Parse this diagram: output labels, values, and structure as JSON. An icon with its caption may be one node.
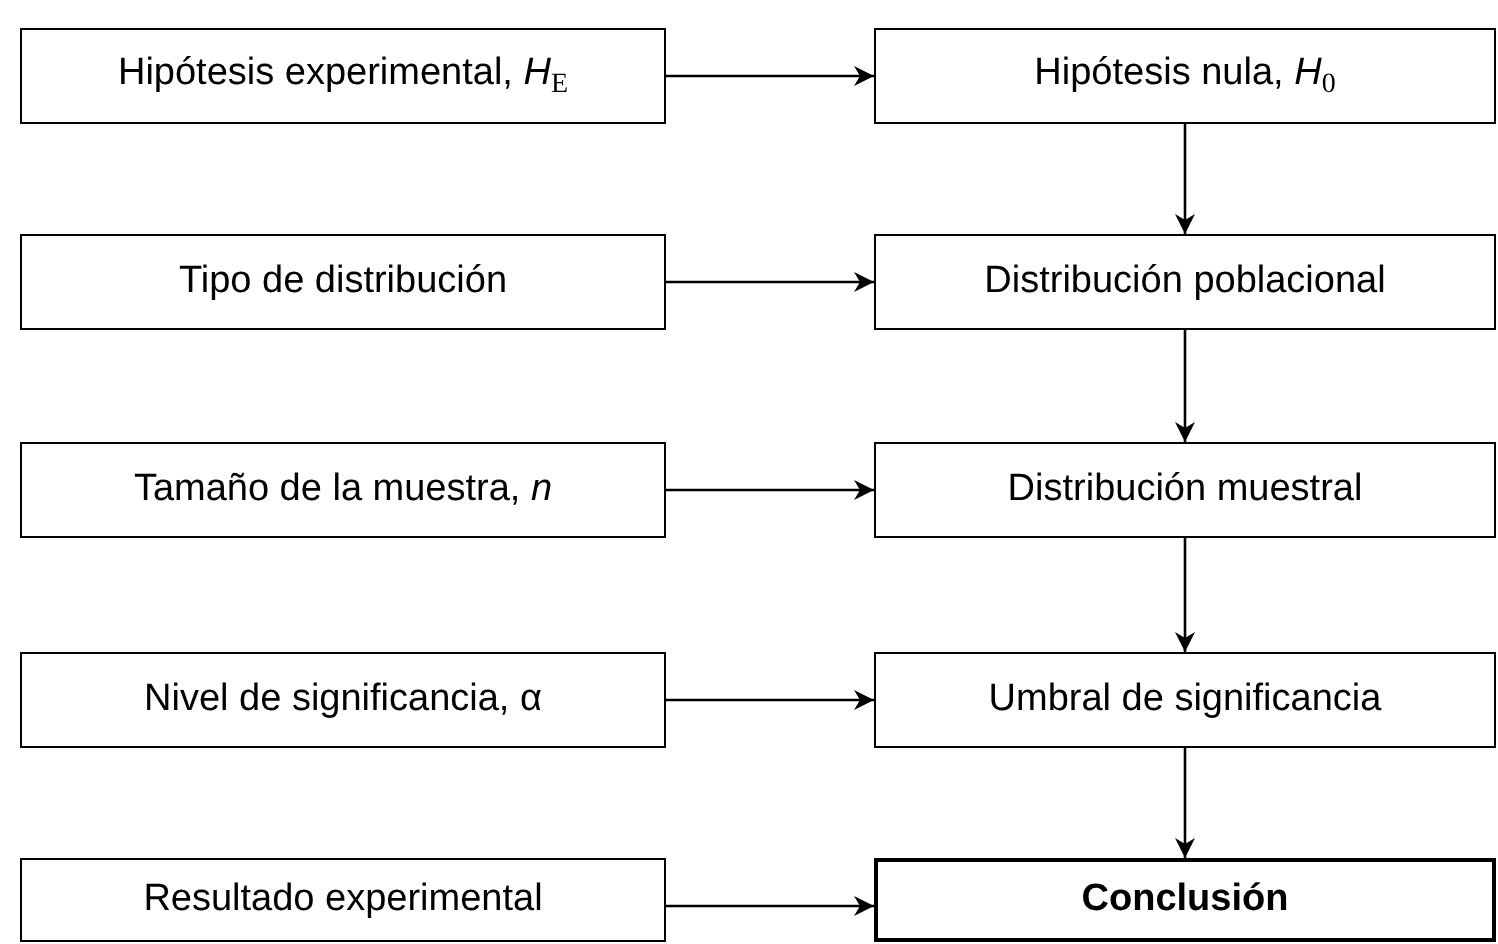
{
  "diagram": {
    "nodes": [
      {
        "text": [
          "Hipótesis experimental, *H*$_{E}$"
        ]
      },
      {
        "text": [
          "Hipótesis nula, *H*$_{0}$"
        ]
      },
      {
        "text": [
          "Tipo de distribución"
        ]
      },
      {
        "text": [
          "Distribución poblacional"
        ]
      },
      {
        "text": [
          "Tamaño de la muestra, *n*"
        ]
      },
      {
        "text": [
          "Distribución muestral"
        ]
      },
      {
        "text": [
          "Nivel de significancia, α"
        ]
      },
      {
        "text": [
          "Umbral de significancia"
        ]
      },
      {
        "text": [
          "Resultado experimental"
        ]
      },
      {
        "text": [
          "Conclusión"
        ]
      }
    ],
    "edges": [
      {
        "from": 0,
        "to": 1,
        "arrow": "to"
      },
      {
        "from": 1,
        "to": 3,
        "arrow": "to"
      },
      {
        "from": 2,
        "to": 3,
        "arrow": "to"
      },
      {
        "from": 3,
        "to": 5,
        "arrow": "to"
      },
      {
        "from": 4,
        "to": 5,
        "arrow": "to"
      },
      {
        "from": 5,
        "to": 7,
        "arrow": "to"
      },
      {
        "from": 6,
        "to": 7,
        "arrow": "to"
      },
      {
        "from": 7,
        "to": 9,
        "arrow": "to"
      },
      {
        "from": 8,
        "to": 9,
        "arrow": "to"
      }
    ]
  }
}
